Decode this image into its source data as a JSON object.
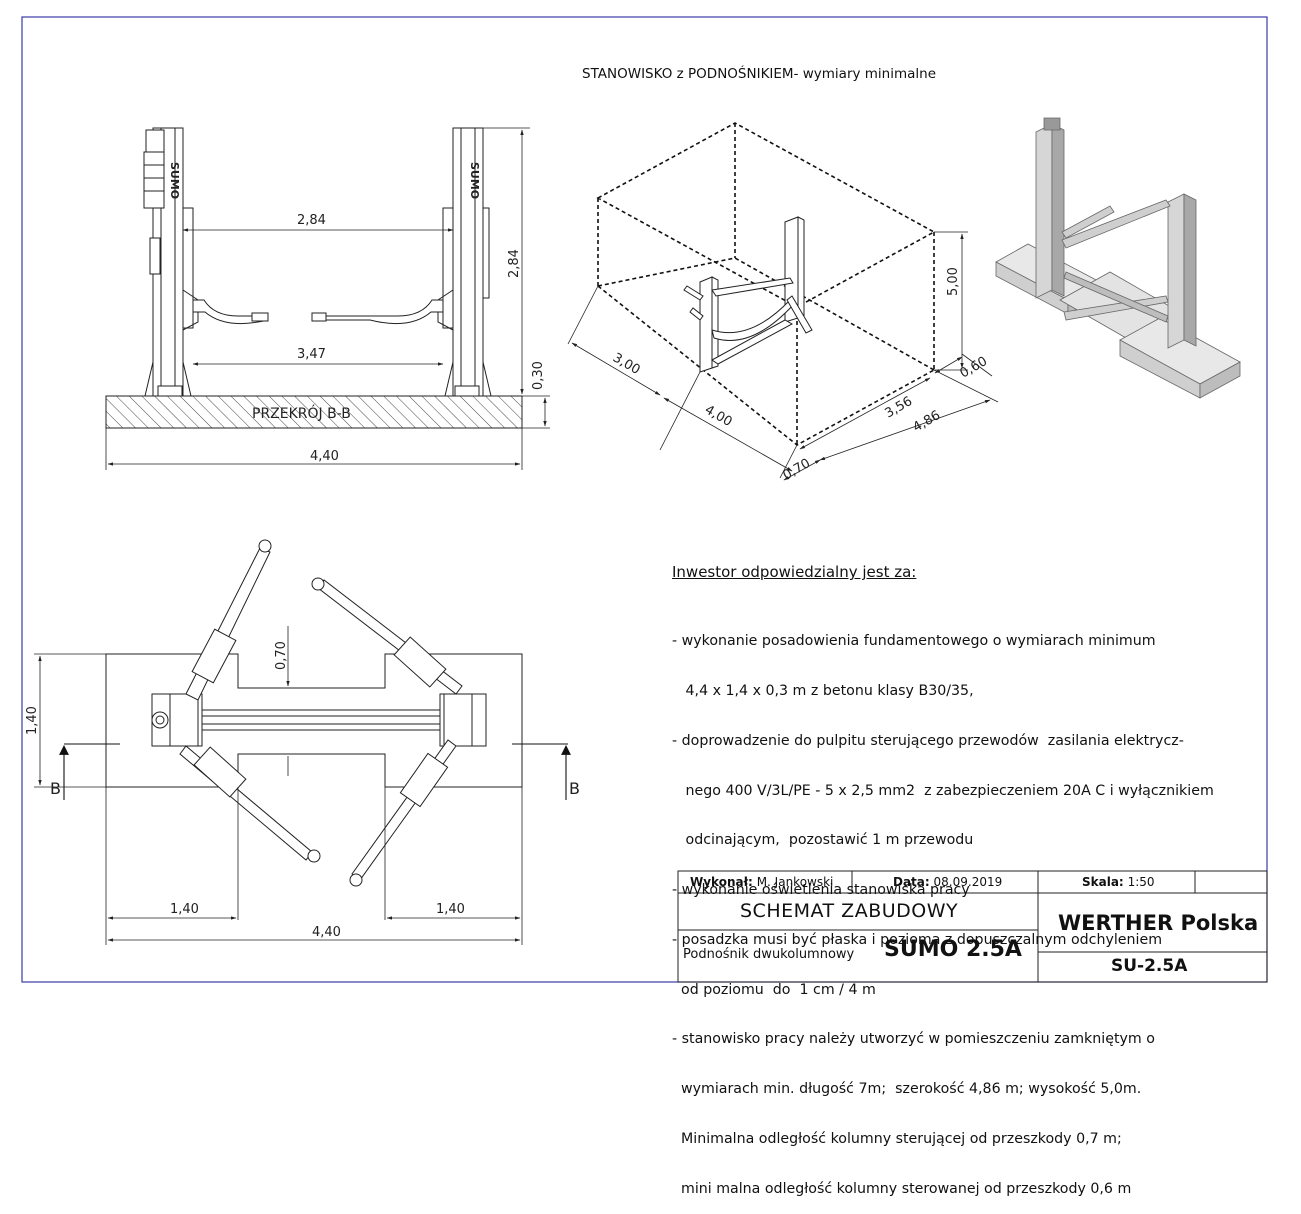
{
  "heading": "STANOWISKO z PODNOŚNIKIEM- wymiary minimalne",
  "front_view": {
    "section_label": "PRZEKRÓJ B-B",
    "column_brand": "SUMO",
    "dimensions": {
      "clear_width": "2,84",
      "height": "2,84",
      "arm_span": "3,47",
      "foundation_depth": "0,30",
      "total_width": "4,40"
    }
  },
  "iso_view": {
    "dimensions": {
      "depth": "3,00",
      "length": "4,00",
      "height": "5,00",
      "right_offset": "0,60",
      "column_span": "3,56",
      "total_width": "4,86",
      "front_offset": "0,70"
    }
  },
  "plan_view": {
    "dimensions": {
      "recess": "0,70",
      "width": "1,40",
      "left_pad": "1,40",
      "right_pad": "1,40",
      "total_length": "4,40"
    },
    "section_marks": [
      "B",
      "B"
    ]
  },
  "investor": {
    "heading": "Inwestor odpowiedzialny jest za:",
    "lines": [
      "- wykonanie posadowienia fundamentowego o wymiarach minimum",
      "   4,4 x 1,4 x 0,3 m z betonu klasy B30/35,",
      "- doprowadzenie do pulpitu sterującego przewodów  zasilania elektrycz-",
      "   nego 400 V/3L/PE - 5 x 2,5 mm2  z zabezpieczeniem 20A C i wyłącznikiem",
      "   odcinającym,  pozostawić 1 m przewodu",
      "- wykonanie oświetlenia stanowiska pracy",
      "- posadzka musi być płaska i pozioma z dopuszczalnym odchyleniem",
      "  od poziomu  do  1 cm / 4 m",
      "- stanowisko pracy należy utworzyć w pomieszczeniu zamkniętym o",
      "  wymiarach min. długość 7m;  szerokość 4,86 m; wysokość 5,0m.",
      "  Minimalna odległość kolumny sterującej od przeszkody 0,7 m;",
      "  mini malna odległość kolumny sterowanej od przeszkody 0,6 m"
    ]
  },
  "title_block": {
    "author_label": "Wykonał:",
    "author": "M. Jankowski",
    "date_label": "Data:",
    "date": "08.09.2019",
    "scale_label": "Skala:",
    "scale": "1:50",
    "title": "SCHEMAT  ZABUDOWY",
    "product_label": "Podnośnik dwukolumnowy",
    "product": "SUMO 2.5A",
    "company": "WERTHER Polska",
    "code": "SU-2.5A"
  }
}
